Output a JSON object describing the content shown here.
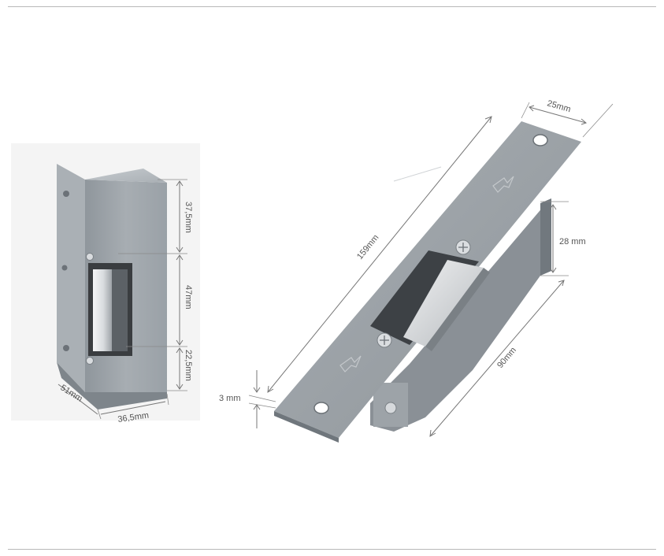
{
  "colors": {
    "body_light": "#b9bfc4",
    "body_mid": "#9aa1a7",
    "body_dark": "#6f767c",
    "faceplate": "#a3a9ae",
    "latch_silver": "#e3e5e7",
    "dimension_line": "#777777",
    "rule": "#b8b8b8"
  },
  "left_view": {
    "dimensions": {
      "top_height": "37,5mm",
      "middle_height": "47mm",
      "bottom_height": "22,5mm",
      "depth": "51mm",
      "width": "36,5mm"
    }
  },
  "right_view": {
    "dimensions": {
      "faceplate_width": "25mm",
      "faceplate_length": "159mm",
      "body_offset": "28 mm",
      "body_length": "90mm",
      "faceplate_thickness": "3 mm"
    }
  }
}
